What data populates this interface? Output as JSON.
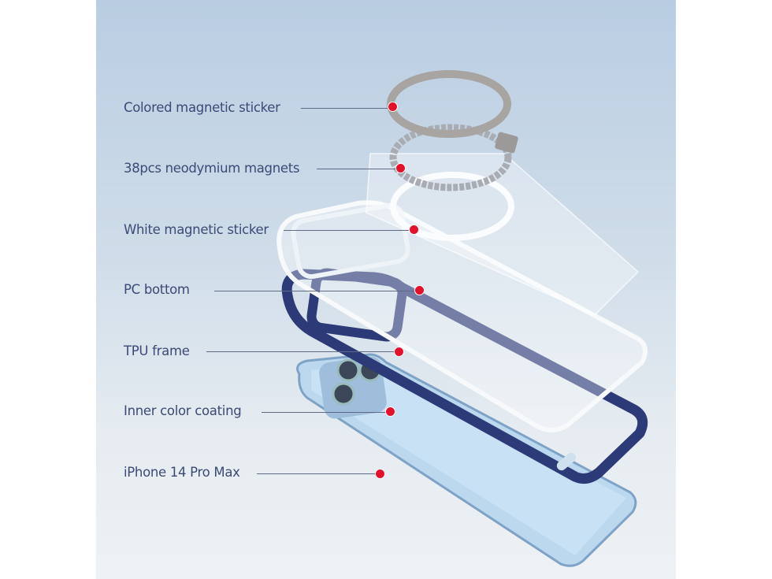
{
  "callouts": [
    {
      "label": "Colored magnetic sticker"
    },
    {
      "label": "38pcs neodymium magnets"
    },
    {
      "label": "White magnetic sticker"
    },
    {
      "label": "PC bottom"
    },
    {
      "label": "TPU frame"
    },
    {
      "label": "Inner color coating"
    },
    {
      "label": "iPhone 14 Pro Max"
    }
  ],
  "colors": {
    "label_text": "#3b4a76",
    "callout_dot": "#e5102a",
    "tpu_frame": "#2c3a78",
    "phone_body": "#bcd8ef"
  }
}
